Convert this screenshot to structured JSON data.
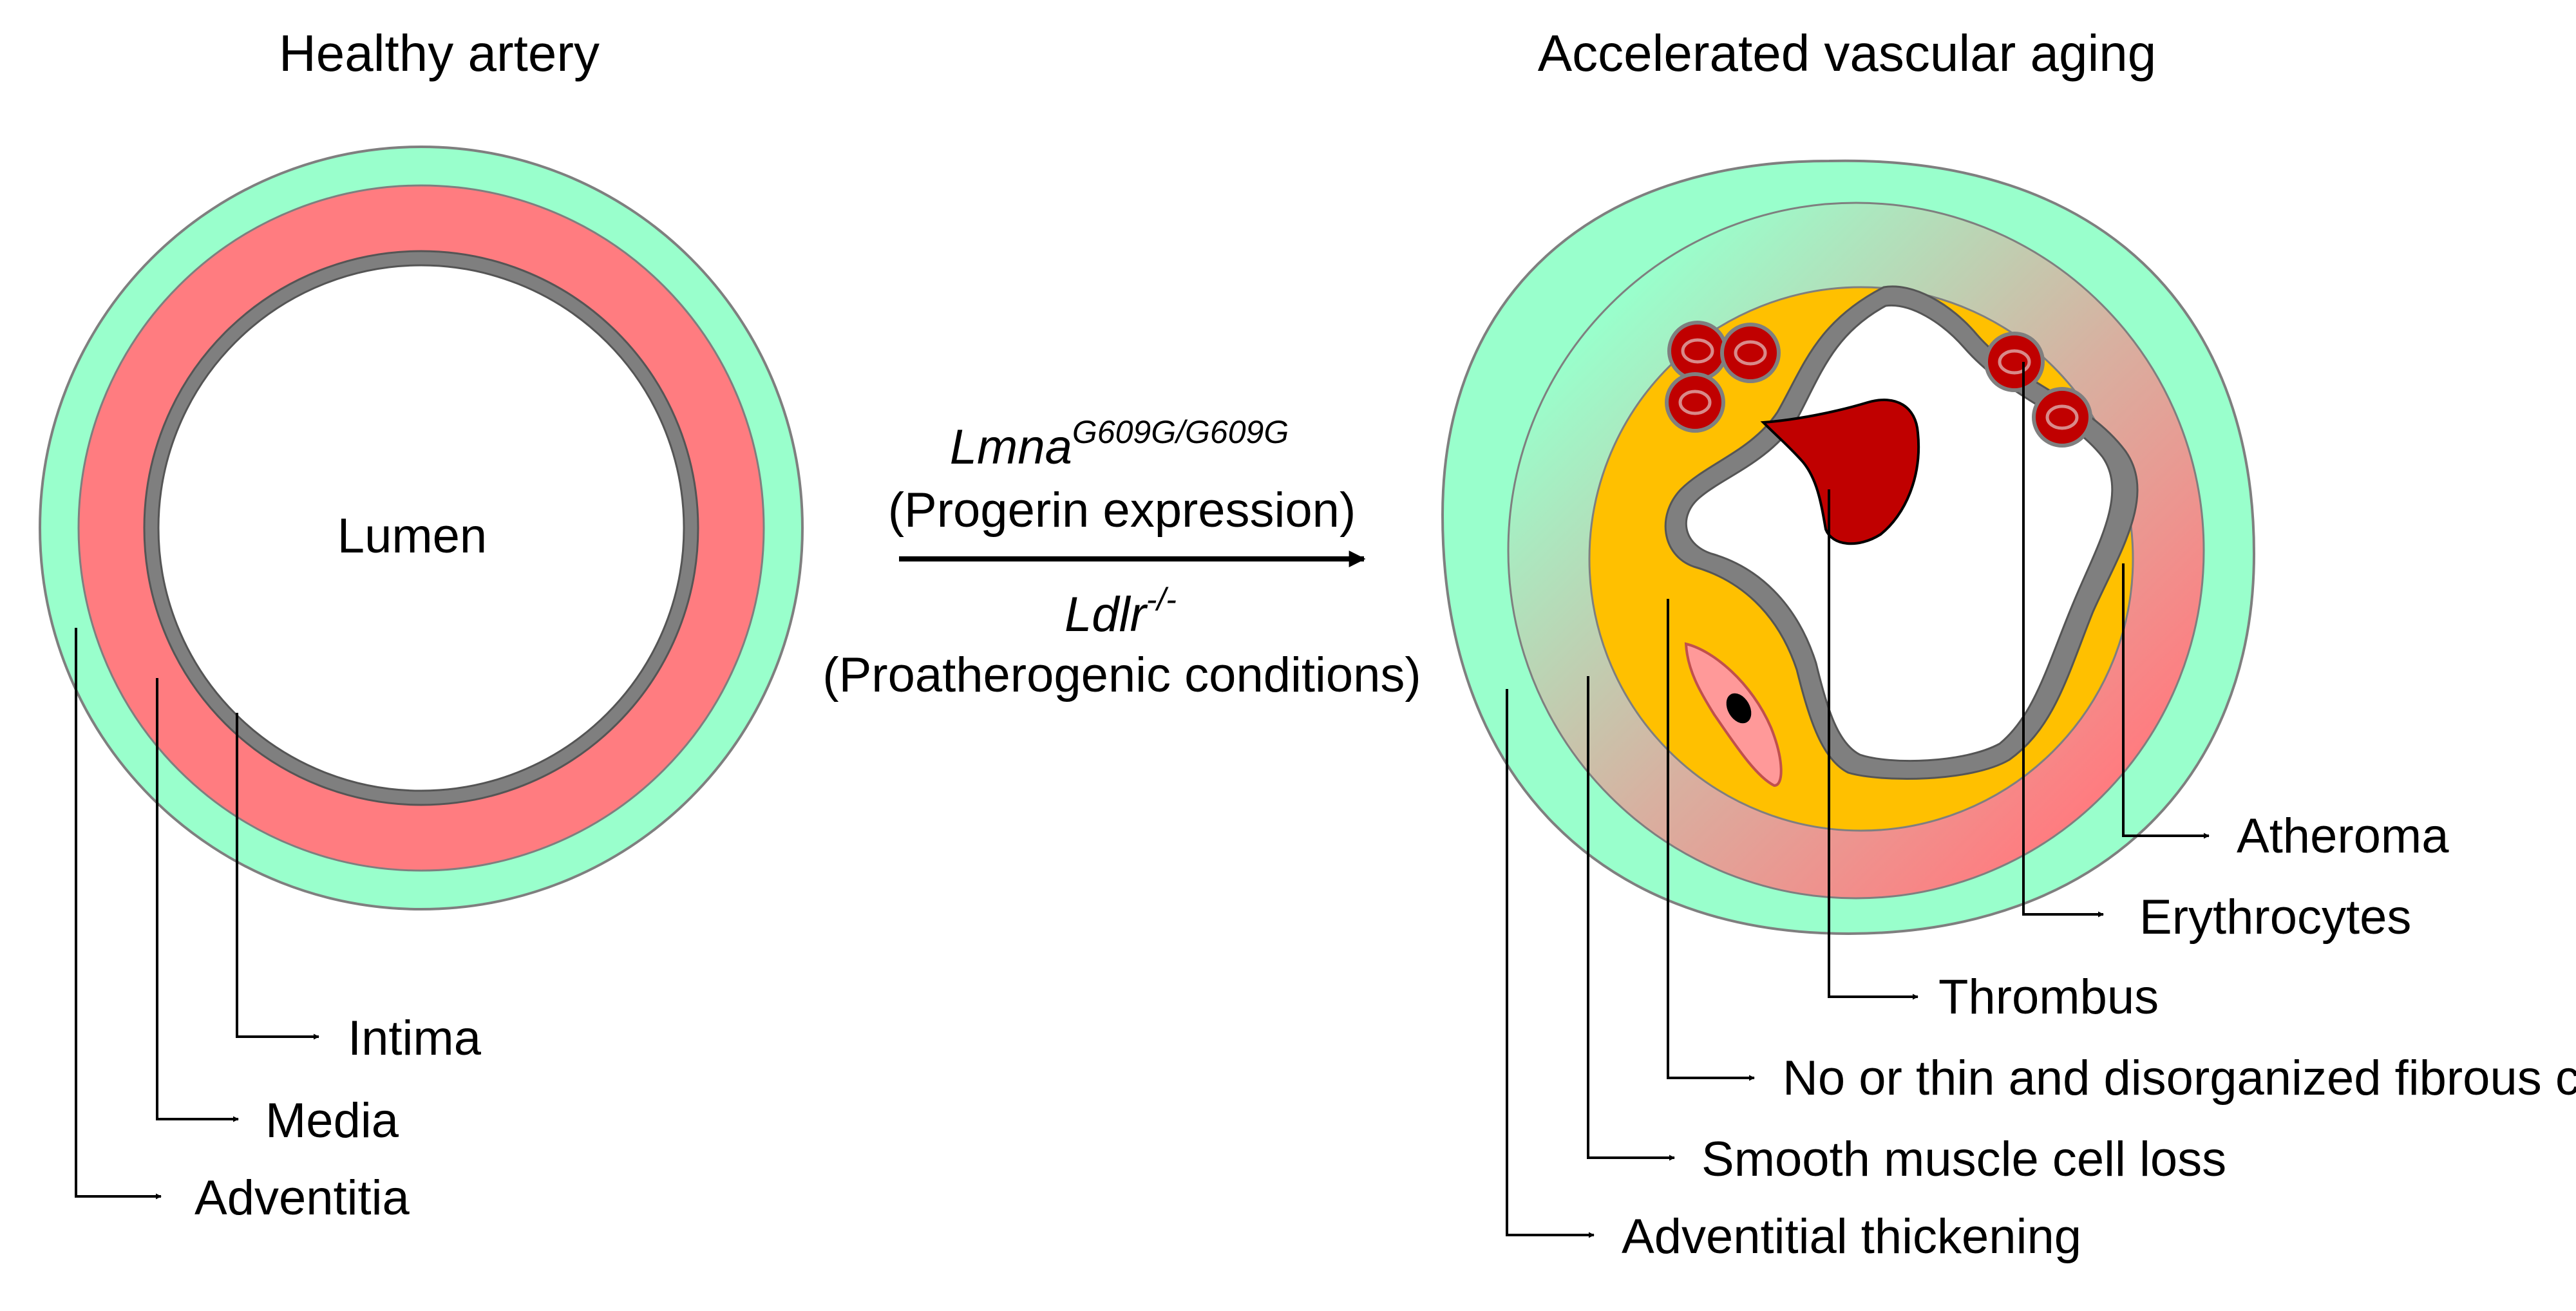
{
  "left_panel": {
    "title": "Healthy artery",
    "lumen_label": "Lumen",
    "labels": {
      "intima": "Intima",
      "media": "Media",
      "adventitia": "Adventitia"
    }
  },
  "center": {
    "genotype_main": "Lmna",
    "genotype_sup": "G609G/G609G",
    "genotype_desc": "(Progerin expression)",
    "condition_main": "Ldlr",
    "condition_sup": "-/-",
    "condition_desc": "(Proatherogenic conditions)"
  },
  "right_panel": {
    "title": "Accelerated vascular aging",
    "labels": {
      "atheroma": "Atheroma",
      "erythrocytes": "Erythrocytes",
      "thrombus": "Thrombus",
      "fibrous_cap": "No or thin and disorganized fibrous cap",
      "smc_loss": "Smooth muscle cell loss",
      "adventitial": "Adventitial thickening"
    }
  },
  "colors": {
    "adventitia": "#99ffcc",
    "media": "#ff7c80",
    "intima": "#7f7f7f",
    "atheroma": "#ffc000",
    "erythrocyte": "#c00000",
    "thrombus": "#c00000",
    "smooth_muscle_cell": "#ff9999"
  }
}
